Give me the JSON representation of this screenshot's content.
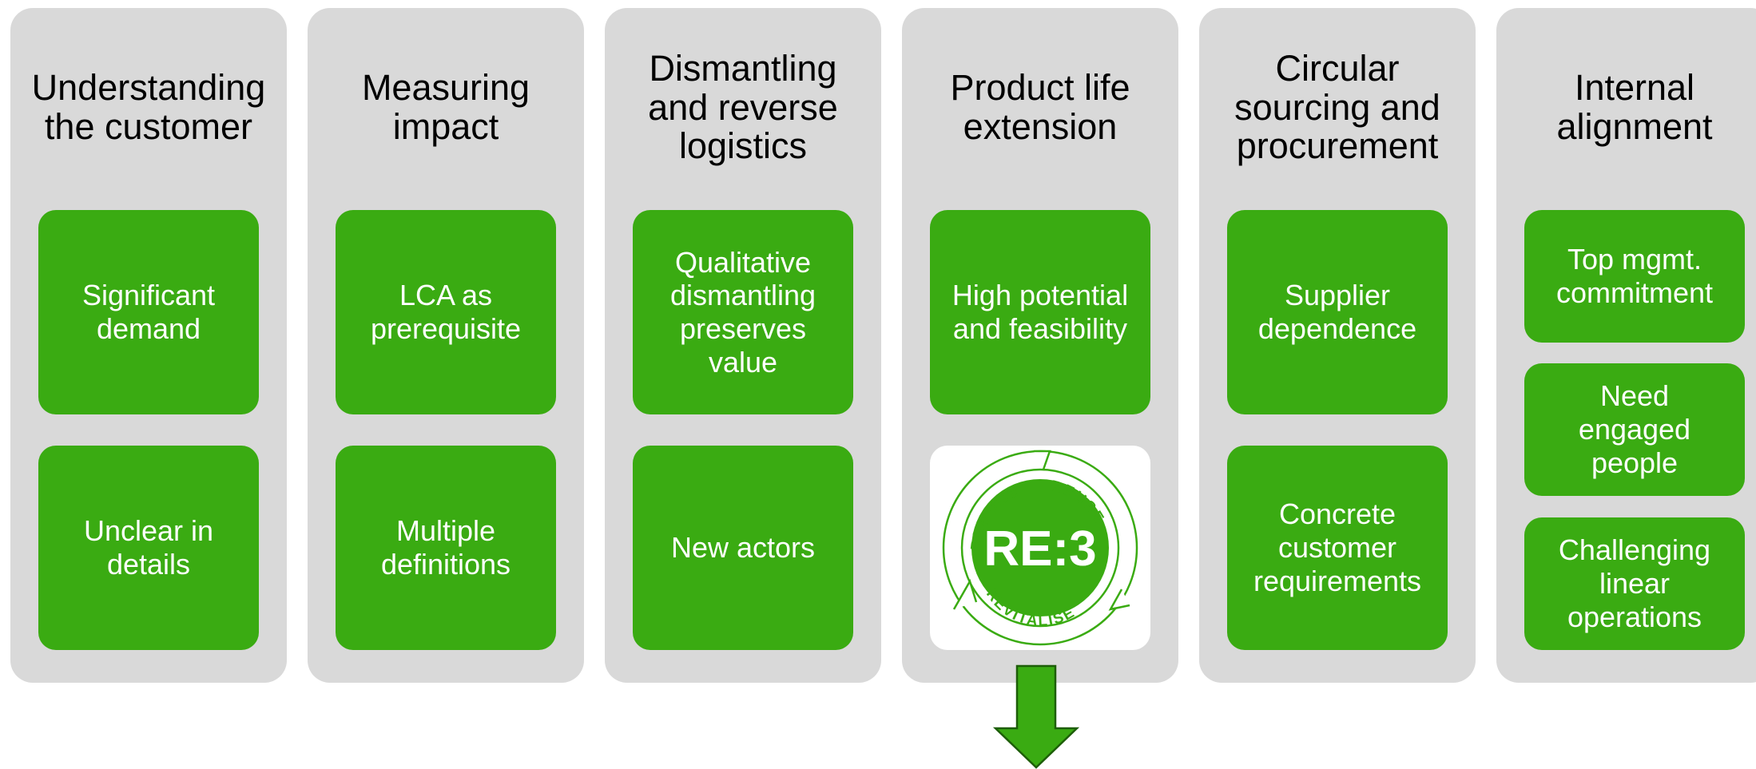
{
  "columns": [
    {
      "title": "Understanding\nthe customer",
      "cards": [
        "Significant\ndemand",
        "Unclear in\ndetails"
      ]
    },
    {
      "title": "Measuring\nimpact",
      "cards": [
        "LCA as\nprerequisite",
        "Multiple\ndefinitions"
      ]
    },
    {
      "title": "Dismantling\nand reverse\nlogistics",
      "cards": [
        "Qualitative\ndismantling\npreserves\nvalue",
        "New actors"
      ]
    },
    {
      "title": "Product life\nextension",
      "cards": [
        "High potential\nand feasibility"
      ]
    },
    {
      "title": "Circular\nsourcing and\nprocurement",
      "cards": [
        "Supplier\ndependence",
        "Concrete\ncustomer\nrequirements"
      ]
    },
    {
      "title": "Internal\nalignment",
      "cards": [
        "Top mgmt.\ncommitment",
        "Need\nengaged\npeople",
        "Challenging\nlinear\noperations"
      ]
    }
  ],
  "logo": {
    "center_text": "RE:3",
    "ring_words": [
      "REDUCE",
      "REUSE",
      "REVITALISE"
    ]
  },
  "colors": {
    "panel": "#d9d9d9",
    "card": "#3aab12",
    "arrow": "#3aab12"
  }
}
